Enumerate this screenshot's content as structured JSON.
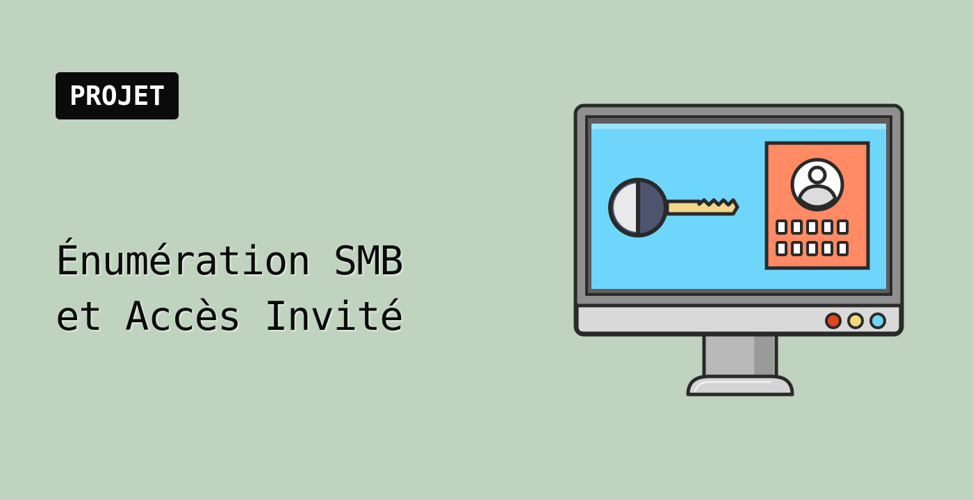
{
  "badge": {
    "label": "PROJET"
  },
  "title": {
    "line1": "Énumération SMB",
    "line2": "et Accès Invité"
  },
  "illustration": {
    "icons": [
      "monitor-icon",
      "key-icon",
      "user-id-card-icon",
      "keypad-icon"
    ],
    "colors": {
      "background": "#bfd3be",
      "screen": "#6fd6fb",
      "card": "#ff8a63",
      "key_head": "#4c5470",
      "key_blade": "#f2d68a",
      "bezel": "#8a8a8a",
      "led_red": "#e2461c",
      "led_yellow": "#f6d978",
      "led_blue": "#6fd6fb"
    }
  }
}
